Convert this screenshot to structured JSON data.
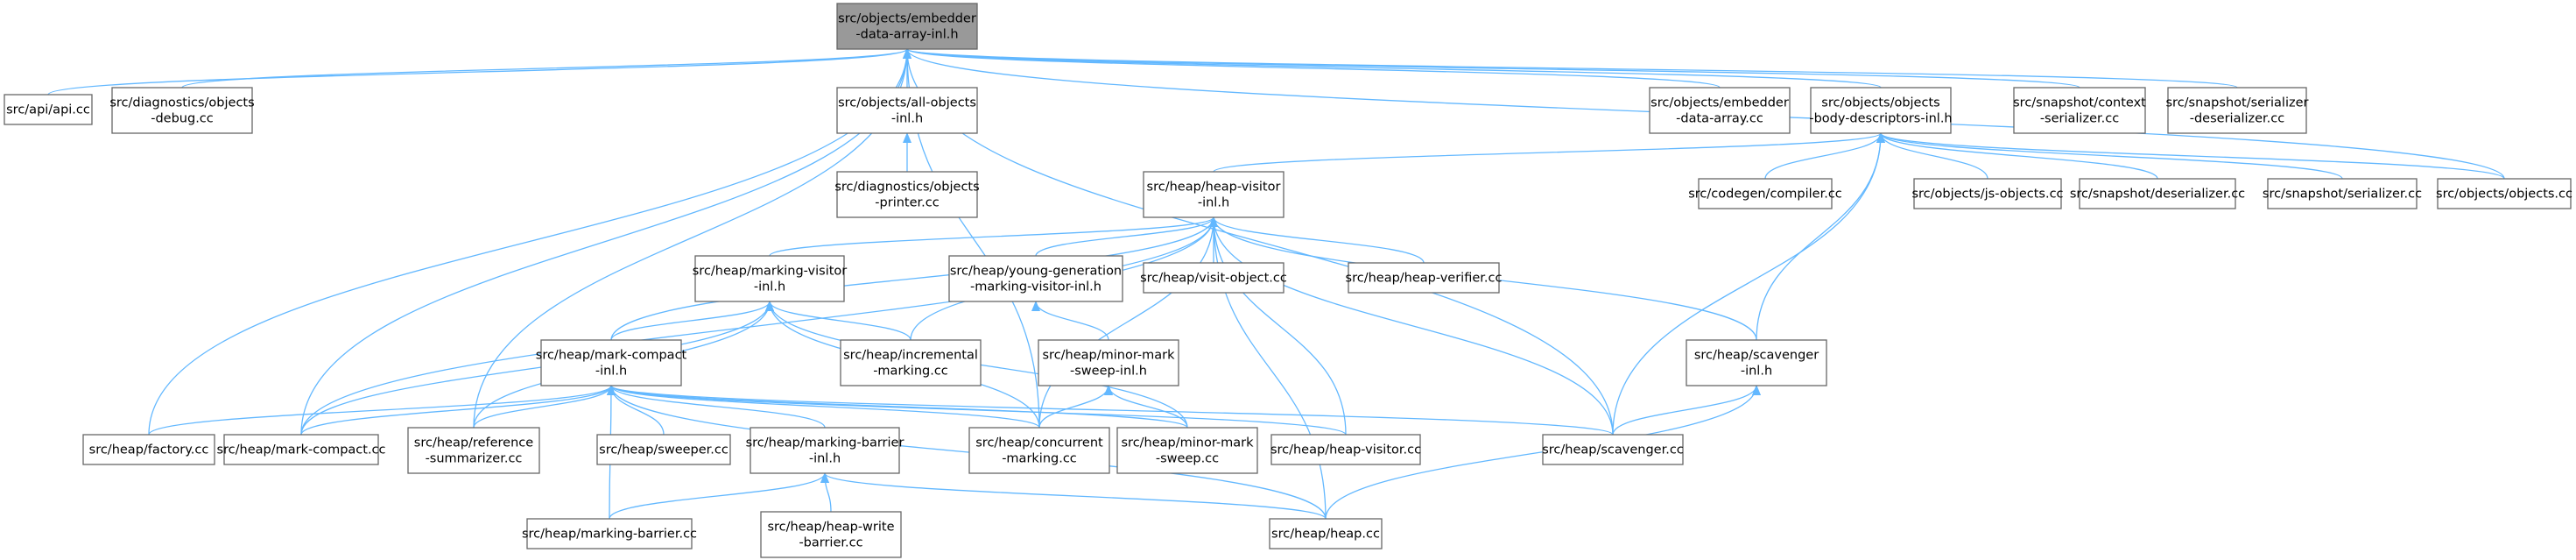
{
  "colors": {
    "edge": "#63b8ff",
    "root_fill": "#999999",
    "node_border": "#666666",
    "node_fill": "#ffffff"
  },
  "nodes": [
    {
      "id": "root",
      "lines": [
        "src/objects/embedder",
        "-data-array-inl.h"
      ],
      "root": true
    },
    {
      "id": "api",
      "lines": [
        "src/api/api.cc"
      ]
    },
    {
      "id": "diag_debug",
      "lines": [
        "src/diagnostics/objects",
        "-debug.cc"
      ]
    },
    {
      "id": "allobj",
      "lines": [
        "src/objects/all-objects",
        "-inl.h"
      ]
    },
    {
      "id": "diag_printer",
      "lines": [
        "src/diagnostics/objects",
        "-printer.cc"
      ]
    },
    {
      "id": "emb_cc",
      "lines": [
        "src/objects/embedder",
        "-data-array.cc"
      ]
    },
    {
      "id": "bodydesc",
      "lines": [
        "src/objects/objects",
        "-body-descriptors-inl.h"
      ]
    },
    {
      "id": "snap_ctx",
      "lines": [
        "src/snapshot/context",
        "-serializer.cc"
      ]
    },
    {
      "id": "snap_serdes",
      "lines": [
        "src/snapshot/serializer",
        "-deserializer.cc"
      ]
    },
    {
      "id": "heapvisitor",
      "lines": [
        "src/heap/heap-visitor",
        "-inl.h"
      ]
    },
    {
      "id": "codegen",
      "lines": [
        "src/codegen/compiler.cc"
      ]
    },
    {
      "id": "jsobj",
      "lines": [
        "src/objects/js-objects.cc"
      ]
    },
    {
      "id": "deser",
      "lines": [
        "src/snapshot/deserializer.cc"
      ]
    },
    {
      "id": "ser",
      "lines": [
        "src/snapshot/serializer.cc"
      ]
    },
    {
      "id": "objects_cc",
      "lines": [
        "src/objects/objects.cc"
      ]
    },
    {
      "id": "markvisitor",
      "lines": [
        "src/heap/marking-visitor",
        "-inl.h"
      ]
    },
    {
      "id": "younggen",
      "lines": [
        "src/heap/young-generation",
        "-marking-visitor-inl.h"
      ]
    },
    {
      "id": "visitobj",
      "lines": [
        "src/heap/visit-object.cc"
      ]
    },
    {
      "id": "verifier",
      "lines": [
        "src/heap/heap-verifier.cc"
      ]
    },
    {
      "id": "markcompact_h",
      "lines": [
        "src/heap/mark-compact",
        "-inl.h"
      ]
    },
    {
      "id": "incremental",
      "lines": [
        "src/heap/incremental",
        "-marking.cc"
      ]
    },
    {
      "id": "minormark_h",
      "lines": [
        "src/heap/minor-mark",
        "-sweep-inl.h"
      ]
    },
    {
      "id": "scav_h",
      "lines": [
        "src/heap/scavenger",
        "-inl.h"
      ]
    },
    {
      "id": "factory",
      "lines": [
        "src/heap/factory.cc"
      ]
    },
    {
      "id": "markcompact_cc",
      "lines": [
        "src/heap/mark-compact.cc"
      ]
    },
    {
      "id": "refsum",
      "lines": [
        "src/heap/reference",
        "-summarizer.cc"
      ]
    },
    {
      "id": "sweeper",
      "lines": [
        "src/heap/sweeper.cc"
      ]
    },
    {
      "id": "markbarrier_h",
      "lines": [
        "src/heap/marking-barrier",
        "-inl.h"
      ]
    },
    {
      "id": "concurrent",
      "lines": [
        "src/heap/concurrent",
        "-marking.cc"
      ]
    },
    {
      "id": "minormark_cc",
      "lines": [
        "src/heap/minor-mark",
        "-sweep.cc"
      ]
    },
    {
      "id": "heapvisitor_cc",
      "lines": [
        "src/heap/heap-visitor.cc"
      ]
    },
    {
      "id": "scav_cc",
      "lines": [
        "src/heap/scavenger.cc"
      ]
    },
    {
      "id": "markbarrier_cc",
      "lines": [
        "src/heap/marking-barrier.cc"
      ]
    },
    {
      "id": "writebarrier",
      "lines": [
        "src/heap/heap-write",
        "-barrier.cc"
      ]
    },
    {
      "id": "heap_cc",
      "lines": [
        "src/heap/heap.cc"
      ]
    }
  ],
  "edges": [
    [
      "api",
      "root"
    ],
    [
      "diag_debug",
      "root"
    ],
    [
      "allobj",
      "root"
    ],
    [
      "emb_cc",
      "root"
    ],
    [
      "bodydesc",
      "root"
    ],
    [
      "snap_ctx",
      "root"
    ],
    [
      "snap_serdes",
      "root"
    ],
    [
      "objects_cc",
      "root"
    ],
    [
      "factory",
      "root"
    ],
    [
      "markcompact_cc",
      "root"
    ],
    [
      "refsum",
      "root"
    ],
    [
      "concurrent",
      "root"
    ],
    [
      "scav_cc",
      "root"
    ],
    [
      "diag_printer",
      "allobj"
    ],
    [
      "heapvisitor",
      "bodydesc"
    ],
    [
      "codegen",
      "bodydesc"
    ],
    [
      "jsobj",
      "bodydesc"
    ],
    [
      "deser",
      "bodydesc"
    ],
    [
      "ser",
      "bodydesc"
    ],
    [
      "objects_cc",
      "bodydesc"
    ],
    [
      "scav_cc",
      "bodydesc"
    ],
    [
      "scav_h",
      "bodydesc"
    ],
    [
      "markvisitor",
      "heapvisitor"
    ],
    [
      "younggen",
      "heapvisitor"
    ],
    [
      "visitobj",
      "heapvisitor"
    ],
    [
      "verifier",
      "heapvisitor"
    ],
    [
      "markcompact_h",
      "heapvisitor"
    ],
    [
      "incremental",
      "heapvisitor"
    ],
    [
      "concurrent",
      "heapvisitor"
    ],
    [
      "markcompact_cc",
      "heapvisitor"
    ],
    [
      "heapvisitor_cc",
      "heapvisitor"
    ],
    [
      "scav_h",
      "heapvisitor"
    ],
    [
      "scav_cc",
      "heapvisitor"
    ],
    [
      "heap_cc",
      "heapvisitor"
    ],
    [
      "markcompact_h",
      "markvisitor"
    ],
    [
      "incremental",
      "markvisitor"
    ],
    [
      "concurrent",
      "markvisitor"
    ],
    [
      "markcompact_cc",
      "markvisitor"
    ],
    [
      "refsum",
      "markvisitor"
    ],
    [
      "minormark_cc",
      "markvisitor"
    ],
    [
      "minormark_h",
      "younggen"
    ],
    [
      "factory",
      "markcompact_h"
    ],
    [
      "markcompact_cc",
      "markcompact_h"
    ],
    [
      "refsum",
      "markcompact_h"
    ],
    [
      "sweeper",
      "markcompact_h"
    ],
    [
      "markbarrier_h",
      "markcompact_h"
    ],
    [
      "concurrent",
      "markcompact_h"
    ],
    [
      "minormark_cc",
      "markcompact_h"
    ],
    [
      "heapvisitor_cc",
      "markcompact_h"
    ],
    [
      "scav_cc",
      "markcompact_h"
    ],
    [
      "markbarrier_cc",
      "markcompact_h"
    ],
    [
      "heap_cc",
      "markcompact_h"
    ],
    [
      "concurrent",
      "minormark_h"
    ],
    [
      "minormark_cc",
      "minormark_h"
    ],
    [
      "scav_cc",
      "scav_h"
    ],
    [
      "heap_cc",
      "scav_h"
    ],
    [
      "markbarrier_cc",
      "markbarrier_h"
    ],
    [
      "writebarrier",
      "markbarrier_h"
    ],
    [
      "heap_cc",
      "markbarrier_h"
    ]
  ]
}
